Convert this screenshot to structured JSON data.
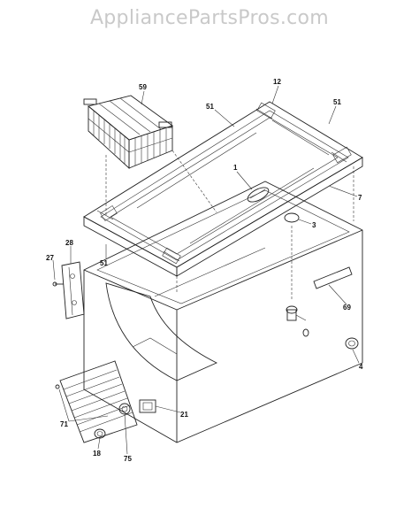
{
  "watermark": "AppliancePartsPros.com",
  "callouts": {
    "c59": "59",
    "c12": "12",
    "c51a": "51",
    "c51b": "51",
    "c51c": "51",
    "c1": "1",
    "c7": "7",
    "c3": "3",
    "c28": "28",
    "c27": "27",
    "c69": "69",
    "c4": "4",
    "c21": "21",
    "c71": "71",
    "c18": "18",
    "c75": "75"
  }
}
